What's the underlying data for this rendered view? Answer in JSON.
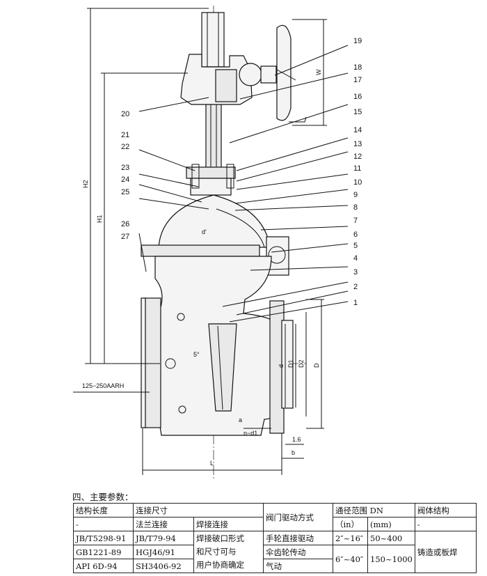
{
  "drawing": {
    "part_numbers": [
      "1",
      "2",
      "3",
      "4",
      "5",
      "6",
      "7",
      "8",
      "9",
      "10",
      "11",
      "12",
      "13",
      "14",
      "15",
      "16",
      "17",
      "18",
      "19",
      "20",
      "21",
      "22",
      "23",
      "24",
      "25",
      "26",
      "27"
    ],
    "dimension_labels": {
      "h2": "H2",
      "h1": "H1",
      "w": "W",
      "d": "D",
      "d1": "D1",
      "d2": "D2",
      "d_small": "d",
      "d_prime": "d'",
      "l": "L",
      "b": "b",
      "a": "a",
      "nd1": "n−d1",
      "weld_note": "125−250AARH",
      "step": "1.6",
      "angle": "5°"
    }
  },
  "params": {
    "title": "四、主要参数：",
    "headers": {
      "length": "结构长度",
      "connection": "连接尺寸",
      "drive": "阀门驱动方式",
      "range": "通径范围 DN",
      "body": "阀体结构"
    },
    "subheaders": {
      "length": "-",
      "flange": "法兰连接",
      "weld": "焊接连接",
      "inch": "（in）",
      "mm": "(mm)",
      "body": "-"
    },
    "rows": [
      {
        "length": "JB/T5298-91",
        "flange": "JB/T79-94",
        "weld": "焊接破口形式",
        "drive": "手轮直接驱动",
        "inch": "2″~16″",
        "mm": "50~400"
      },
      {
        "length": "GB1221-89",
        "flange": "HGJ46/91",
        "weld": "和尺寸可与",
        "drive": "伞齿轮传动",
        "inch": "6″~40″",
        "mm": "150~1000"
      },
      {
        "length": "API 6D-94",
        "flange": "SH3406-92",
        "weld": "用户协商确定",
        "drive": "气动"
      }
    ],
    "body_value": "铸造或板焊"
  }
}
